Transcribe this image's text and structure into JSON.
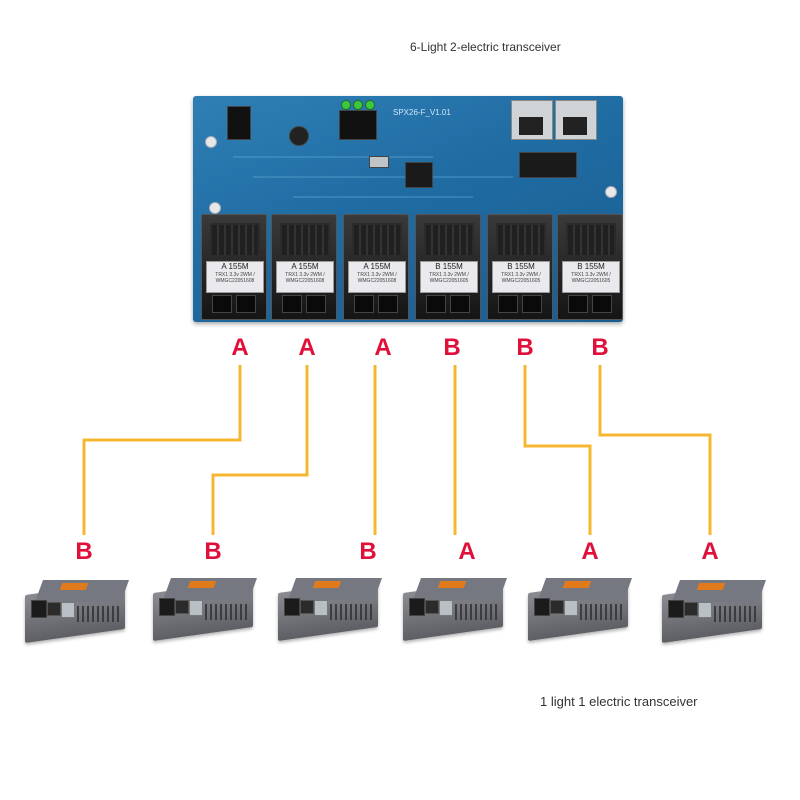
{
  "captions": {
    "top": "6-Light 2-electric transceiver",
    "bottom": "1 light 1 electric transceiver"
  },
  "board": {
    "silkscreen": "SPX26-F_V1.01",
    "modules": [
      {
        "type": "A",
        "speed": "A 155M",
        "fine": "TRX1 3.3v 2WM / WMGC22051608"
      },
      {
        "type": "A",
        "speed": "A 155M",
        "fine": "TRX1 3.3v 2WM / WMGC22051608"
      },
      {
        "type": "A",
        "speed": "A 155M",
        "fine": "TRX1 3.3v 2WM / WMGC22051608"
      },
      {
        "type": "B",
        "speed": "B 155M",
        "fine": "TRX1 3.3v 2WM / WMGC22051605"
      },
      {
        "type": "B",
        "speed": "B 155M",
        "fine": "TRX1 3.3v 2WM / WMGC22051605"
      },
      {
        "type": "B",
        "speed": "B 155M",
        "fine": "TRX1 3.3v 2WM / WMGC22051605"
      }
    ]
  },
  "top_letters": [
    "A",
    "A",
    "A",
    "B",
    "B",
    "B"
  ],
  "bottom_letters": [
    "B",
    "B",
    "B",
    "A",
    "A",
    "A"
  ],
  "colors": {
    "fiber": "#f5b730",
    "letter": "#e0103a",
    "board": "#1f6ca3"
  }
}
